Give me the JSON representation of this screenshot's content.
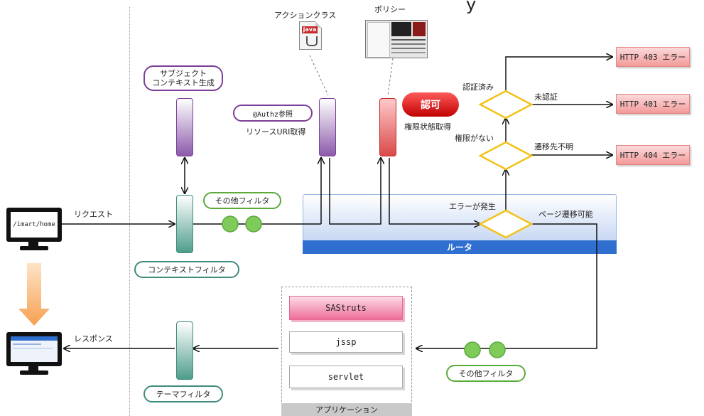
{
  "title": "y",
  "labels": {
    "request": "リクエスト",
    "response": "レスポンス",
    "url": "/imart/home",
    "action_class": "アクションクラス",
    "policy": "ポリシー",
    "resource_uri": "リソースURI取得",
    "permission_state": "権限状態取得",
    "error_occurred": "エラーが発生",
    "page_transition_ok": "ページ遷移可能",
    "authenticated": "認証済み",
    "unauthenticated": "未認証",
    "no_permission": "権限がない",
    "destination_unknown": "遷移先不明",
    "java": "java"
  },
  "pills": {
    "subject_context": "サブジェクト\nコンテキスト生成",
    "authz_ref": "@Authz参照",
    "other_filter_top": "その他フィルタ",
    "context_filter": "コンテキストフィルタ",
    "theme_filter": "テーマフィルタ",
    "other_filter_bottom": "その他フィルタ",
    "authorize": "認可"
  },
  "errors": {
    "e403": "HTTP 403 エラー",
    "e401": "HTTP 401 エラー",
    "e404": "HTTP 404 エラー"
  },
  "router": {
    "label": "ルータ"
  },
  "application": {
    "label": "アプリケーション",
    "sastruts": "SAStruts",
    "jssp": "jssp",
    "servlet": "servlet"
  },
  "colors": {
    "purple": "#7b3f97",
    "teal": "#3e8c7d",
    "green": "#5aaa3c",
    "red": "#c62828",
    "router_blue": "#2f6fd0",
    "diamond_yellow": "#f3c218",
    "arrow_orange": "#f7a050"
  }
}
